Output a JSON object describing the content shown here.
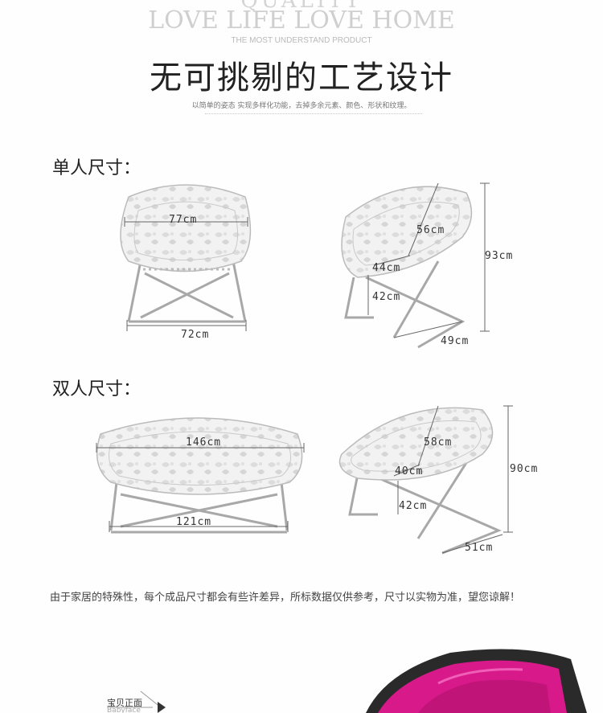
{
  "header": {
    "en_top": "QUALITY",
    "en_title": "LOVE LIFE LOVE HOME",
    "en_subtitle": "THE MOST UNDERSTAND  PRODUCT",
    "cn_title": "无可挑剔的工艺设计",
    "cn_subtitle": "以简单的姿态 实现多样化功能，去掉多余元素、颜色、形状和纹理。"
  },
  "single": {
    "title": "单人尺寸：",
    "front_width_top": "77cm",
    "front_width_bottom": "72cm",
    "side_depth_top": "56cm",
    "side_seat_depth": "44cm",
    "side_seat_height": "42cm",
    "side_height": "93cm",
    "side_base_depth": "49cm"
  },
  "double": {
    "title": "双人尺寸：",
    "front_width_top": "146cm",
    "front_width_bottom": "121cm",
    "side_depth_top": "58cm",
    "side_seat_depth": "40cm",
    "side_seat_height": "42cm",
    "side_height": "90cm",
    "side_base_depth": "51cm"
  },
  "note": "由于家居的特殊性，每个成品尺寸都会有些许差异，所标数据仅供参考，尺寸以实物为准，望您谅解！",
  "footer": {
    "label": "宝贝正面",
    "sub": "Babyface"
  },
  "colors": {
    "cushion_pink": "#d8198a",
    "frame_gray": "#9a9a9a",
    "dark_shell": "#2a2a2a"
  }
}
